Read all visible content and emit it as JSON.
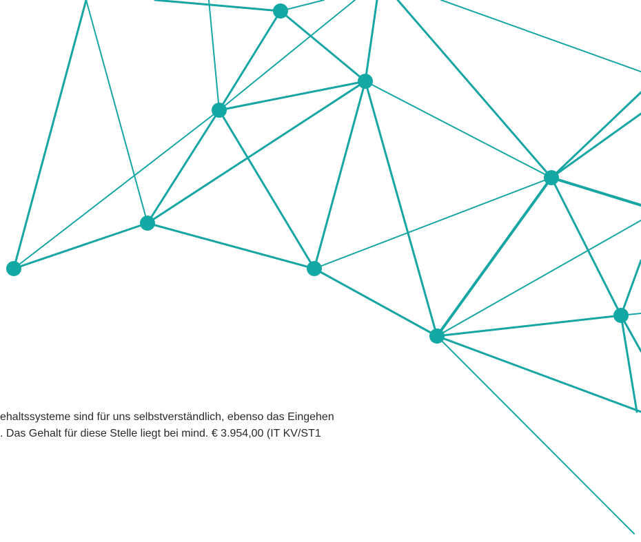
{
  "brand": {
    "accent_color": "#17a6a3",
    "decoration": "network-graph"
  },
  "body_text": {
    "line_1": "ehaltssysteme sind für uns selbstverständlich, ebenso das Eingehen",
    "line_2": ". Das Gehalt für diese Stelle liegt bei mind. € 3.954,00 (IT KV/ST1"
  }
}
